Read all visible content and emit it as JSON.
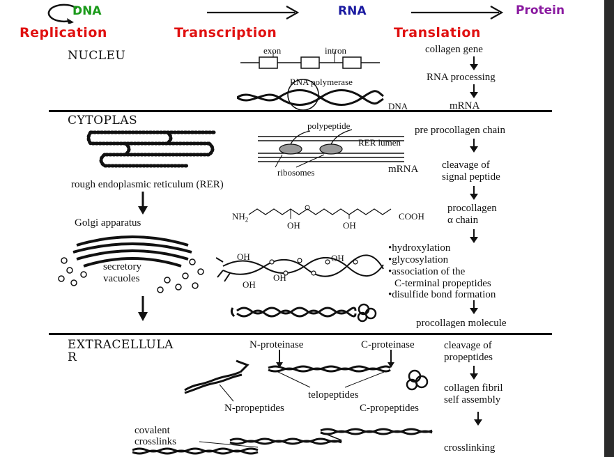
{
  "header": {
    "dna": "DNA",
    "rna": "RNA",
    "protein": "Protein",
    "replication": "Replication",
    "transcription": "Transcription",
    "translation": "Translation",
    "colors": {
      "dna": "#1a9a1a",
      "rna": "#1a1aa0",
      "protein": "#8a1aa0",
      "process": "#e01010"
    }
  },
  "nucleus": {
    "title": "NUCLEU",
    "exon": "exon",
    "intron": "intron",
    "rna_polymerase": "RNA polymerase",
    "dna": "DNA",
    "collagen_gene": "collagen gene",
    "rna_processing": "RNA processing",
    "mrna": "mRNA"
  },
  "cytoplasm": {
    "title": "CYTOPLAS",
    "polypeptide": "polypeptide",
    "rer_lumen": "RER lumen",
    "ribosomes": "ribosomes",
    "mrna": "mRNA",
    "rer": "rough endoplasmic reticulum (RER)",
    "golgi": "Golgi apparatus",
    "nh2": "NH",
    "nh2_sub": "2",
    "cooh": "COOH",
    "oh": "OH",
    "secretory_vacuoles": [
      "secretory",
      "vacuoles"
    ],
    "steps": {
      "pre_procollagen": "pre procollagen chain",
      "cleavage_signal": [
        "cleavage of",
        "signal peptide"
      ],
      "procollagen_chain": [
        "procollagen",
        "α chain"
      ],
      "modifications": [
        "•hydroxylation",
        "•glycosylation",
        "•association of the",
        "C-terminal propeptides",
        "•disulfide bond formation"
      ],
      "procollagen_molecule": "procollagen molecule"
    }
  },
  "extracellular": {
    "title": [
      "EXTRACELLULA",
      "R"
    ],
    "n_proteinase": "N-proteinase",
    "c_proteinase": "C-proteinase",
    "telopeptides": "telopeptides",
    "n_propeptides": "N-propeptides",
    "c_propeptides": "C-propeptides",
    "covalent_crosslinks": [
      "covalent",
      "crosslinks"
    ],
    "steps": {
      "cleavage_propeptides": [
        "cleavage of",
        "propeptides"
      ],
      "fibril_assembly": [
        "collagen fibril",
        "self assembly"
      ],
      "crosslinking": "crosslinking"
    }
  }
}
